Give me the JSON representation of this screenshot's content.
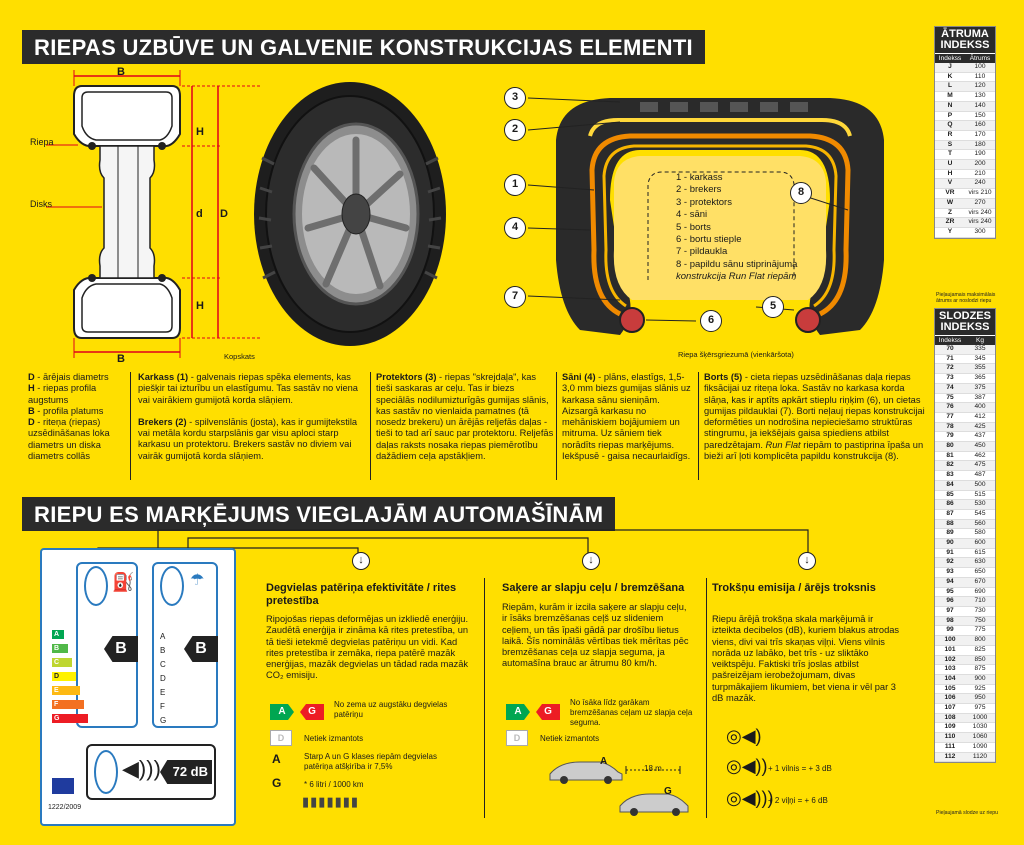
{
  "section1": {
    "title": "RIEPAS UZBŪVE UN GALVENIE KONSTRUKCIJAS ELEMENTI"
  },
  "section2": {
    "title": "RIEPU ES MARĶĒJUMS VIEGLAJĀM AUTOMAŠĪNĀM"
  },
  "rim_diagram": {
    "B": "B",
    "H": "H",
    "d": "d",
    "D": "D",
    "riepa": "Riepa",
    "disks": "Disks",
    "kopskats": "Kopskats"
  },
  "cross_section": {
    "caption": "Riepa šķērsgriezumā (vienkāršota)",
    "numbers": [
      "1",
      "2",
      "3",
      "4",
      "5",
      "6",
      "7",
      "8"
    ],
    "legend": [
      "1 - karkass",
      "2 - brekers",
      "3 - protektors",
      "4 - sāni",
      "5 - borts",
      "6 - bortu stieple",
      "7 - pildaukla",
      "8 - papildu sānu stiprinājuma",
      "konstrukcija Run Flat riepām"
    ]
  },
  "text_columns": {
    "col1": {
      "p1_bold": "D",
      "p1": " - ārējais diametrs",
      "p2_bold": "H",
      "p2": " - riepas profila augstums",
      "p3_bold": "B",
      "p3": " - profila platums",
      "p4_bold": "D",
      "p4": " - riteņa (riepas) uzsēdināšanas loka diametrs un diska diametrs collās"
    },
    "col2": {
      "h1": "Karkass (1)",
      "t1": " - galvenais riepas spēka elements, kas piešķir tai izturību un elastīgumu. Tas sastāv no viena vai vairākiem gumijotā korda slāņiem.",
      "h2": "Brekers (2)",
      "t2": " - spilvenslānis (josta), kas ir gumijtekstila vai metāla kordu starpslānis gar visu aploci starp karkasu un protektoru. Brekers sastāv no diviem vai vairāk gumijotā korda slāņiem."
    },
    "col3": {
      "h1": "Protektors (3)",
      "t1": " - riepas \"skrejdaļa\", kas tieši saskaras ar ceļu. Tas ir biezs speciālās nodilumizturīgās gumijas slānis, kas sastāv no vienlaida pamatnes (tā nosedz brekeru) un ārējās reljefās daļas - tieši to tad arī sauc par protektoru. Reljefās daļas raksts nosaka riepas piemērotību dažādiem ceļa apstākļiem."
    },
    "col4": {
      "h1": "Sāni (4)",
      "t1": " - plāns, elastīgs, 1,5-3,0 mm biezs gumijas slānis uz karkasa sānu sieniņām. Aizsargā karkasu no mehāniskiem bojājumiem un mitruma. Uz sāniem tiek norādīts riepas marķējums. Iekšpusē - gaisa necaurlaidīgs."
    },
    "col5": {
      "h1": "Borts (5)",
      "t1": " - cieta riepas uzsēdināšanas daļa riepas fiksācijai uz riteņa loka. Sastāv no karkasa korda slāņa, kas ir aptīts apkārt stieplu riņķim (6), un cietas gumijas pildauklai (7). Borti neļauj riepas konstrukcijai deformēties un nodrošina nepieciešamo struktūras stingrumu, ja iekšējais gaisa spiediens atbilst paredzētajam. ",
      "i1": "Run Flat",
      "t2": " riepām to pastiprina īpaša un bieži arī ļoti komplicēta papildu konstrukcija (8)."
    }
  },
  "eu_label": {
    "grades": [
      "A",
      "B",
      "C",
      "D",
      "E",
      "F",
      "G"
    ],
    "grade_colors": [
      "#00a651",
      "#50b848",
      "#bed630",
      "#fff200",
      "#fdb913",
      "#f37021",
      "#ed1c24"
    ],
    "fuel_grade": "B",
    "wet_grade": "B",
    "noise_value": "72 dB",
    "regulation": "1222/2009"
  },
  "fuel": {
    "title": "Degvielas patēriņa efektivitāte / rites pretestība",
    "body": "Ripojošas riepas deformējas un izkliedē enerģiju. Zaudētā enerģija ir zināma kā rites pretestība, un tā tieši ietekmē degvielas patēriņu un vidi. Kad rites pretestība ir zemāka, riepa patērē mazāk enerģijas, mazāk degvielas un tādad rada mazāk CO₂ emisiju.",
    "range_a": "A",
    "range_g": "G",
    "range_note": "No zema uz augstāku degvielas patēriņu",
    "d_note": "Netiek izmantots",
    "d_letter": "D",
    "a_letter": "A",
    "g_letter": "G",
    "ag_note": "Starp A un G klases riepām degvielas patēriņa atšķirība ir 7,5%",
    "litres_note": "* 6 litri / 1000 km"
  },
  "wet": {
    "title": "Saķere ar slapju ceļu / bremzēšana",
    "body": "Riepām, kurām ir izcila saķere ar slapju ceļu, ir īsāks bremzēšanas ceļš uz slideniem ceļiem, un tās īpaši gādā par drošību lietus laikā. Šīs nominālās vērtības tiek mērītas pēc bremzēšanas ceļa uz slapja seguma, ja automašīna brauc ar ātrumu 80 km/h.",
    "range_a": "A",
    "range_g": "G",
    "range_note": "No īsāka līdz garākam bremzēšanas ceļam uz slapja ceļa seguma.",
    "d_note": "Netiek izmantots",
    "d_letter": "D",
    "car_a": "A",
    "car_g": "G",
    "distance": "18 m"
  },
  "noise": {
    "title": "Trokšņu emisija / ārējs troksnis",
    "body": "Riepu ārējā trokšņa skala marķējumā ir izteikta decibelos (dB), kuriem blakus atrodas viens, divi vai trīs skaņas viļņi. Viens vilnis norāda uz labāko, bet trīs - uz sliktāko veiktspēju. Faktiski trīs joslas atbilst pašreizējam ierobežojumam, divas turpmākajiem likumiem, bet viena ir vēl par 3 dB mazāk.",
    "one_wave": "+ 1 vilnis = + 3 dB",
    "two_waves": "+ 2 viļņi = + 6 dB"
  },
  "speed_table": {
    "title1": "ĀTRUMA",
    "title2": "INDEKSS",
    "col1": "Indekss",
    "col2": "Ātrums",
    "rows": [
      [
        "J",
        "100"
      ],
      [
        "K",
        "110"
      ],
      [
        "L",
        "120"
      ],
      [
        "M",
        "130"
      ],
      [
        "N",
        "140"
      ],
      [
        "P",
        "150"
      ],
      [
        "Q",
        "160"
      ],
      [
        "R",
        "170"
      ],
      [
        "S",
        "180"
      ],
      [
        "T",
        "190"
      ],
      [
        "U",
        "200"
      ],
      [
        "H",
        "210"
      ],
      [
        "V",
        "240"
      ],
      [
        "VR",
        "virs 210"
      ],
      [
        "W",
        "270"
      ],
      [
        "Z",
        "virs 240"
      ],
      [
        "ZR",
        "virs 240"
      ],
      [
        "Y",
        "300"
      ]
    ],
    "note": "Pieļaujamais maksimālais ātrums ar noslodzi riepu"
  },
  "load_table": {
    "title1": "SLODZES",
    "title2": "INDEKSS",
    "col1": "Indekss",
    "col2": "Kg",
    "rows": [
      [
        "70",
        "335"
      ],
      [
        "71",
        "345"
      ],
      [
        "72",
        "355"
      ],
      [
        "73",
        "365"
      ],
      [
        "74",
        "375"
      ],
      [
        "75",
        "387"
      ],
      [
        "76",
        "400"
      ],
      [
        "77",
        "412"
      ],
      [
        "78",
        "425"
      ],
      [
        "79",
        "437"
      ],
      [
        "80",
        "450"
      ],
      [
        "81",
        "462"
      ],
      [
        "82",
        "475"
      ],
      [
        "83",
        "487"
      ],
      [
        "84",
        "500"
      ],
      [
        "85",
        "515"
      ],
      [
        "86",
        "530"
      ],
      [
        "87",
        "545"
      ],
      [
        "88",
        "560"
      ],
      [
        "89",
        "580"
      ],
      [
        "90",
        "600"
      ],
      [
        "91",
        "615"
      ],
      [
        "92",
        "630"
      ],
      [
        "93",
        "650"
      ],
      [
        "94",
        "670"
      ],
      [
        "95",
        "690"
      ],
      [
        "96",
        "710"
      ],
      [
        "97",
        "730"
      ],
      [
        "98",
        "750"
      ],
      [
        "99",
        "775"
      ],
      [
        "100",
        "800"
      ],
      [
        "101",
        "825"
      ],
      [
        "102",
        "850"
      ],
      [
        "103",
        "875"
      ],
      [
        "104",
        "900"
      ],
      [
        "105",
        "925"
      ],
      [
        "106",
        "950"
      ],
      [
        "107",
        "975"
      ],
      [
        "108",
        "1000"
      ],
      [
        "109",
        "1030"
      ],
      [
        "110",
        "1060"
      ],
      [
        "111",
        "1090"
      ],
      [
        "112",
        "1120"
      ]
    ],
    "note": "Pieļaujamā slodze uz riepu"
  }
}
